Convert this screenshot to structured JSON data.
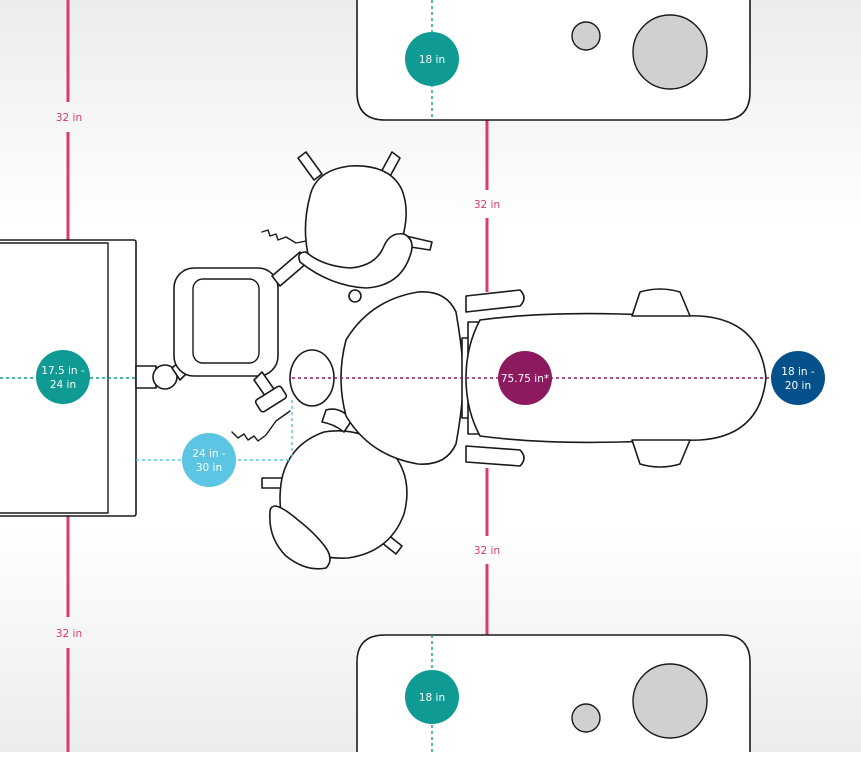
{
  "colors": {
    "teal": "#0f9b93",
    "light_blue": "#5bc5e3",
    "purple": "#8d1a5f",
    "navy": "#04508a",
    "red": "#d93d63",
    "sink_gray": "#d0d0d0"
  },
  "dimensions": {
    "left_top": "32 in",
    "left_bottom": "32 in",
    "center_top": "32 in",
    "center_bottom": "32 in"
  },
  "badges": {
    "top_cabinet": "18 in",
    "bottom_cabinet": "18 in",
    "counter": {
      "line1": "17.5 in -",
      "line2": "24 in"
    },
    "stool_offset": {
      "line1": "24 in -",
      "line2": "30 in"
    },
    "chair_length": "75.75 in*",
    "chair_end": {
      "line1": "18 in -",
      "line2": "20 in"
    }
  }
}
